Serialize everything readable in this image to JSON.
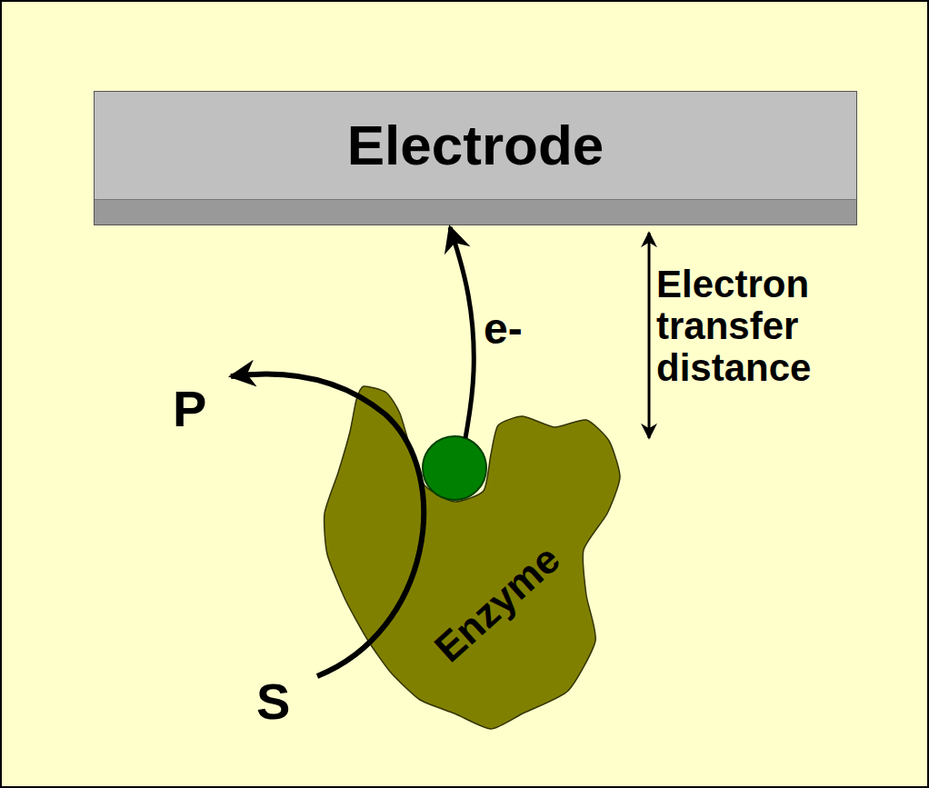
{
  "diagram": {
    "nodes": [
      {
        "text": [
          "Electrode"
        ]
      },
      {
        "text": [
          "Enzyme"
        ]
      }
    ],
    "edges": [
      {
        "from": 1,
        "to": 0,
        "arrow": "to",
        "label": "e-"
      }
    ],
    "labels": [
      "P",
      "S",
      "Electron transfer distance"
    ]
  }
}
